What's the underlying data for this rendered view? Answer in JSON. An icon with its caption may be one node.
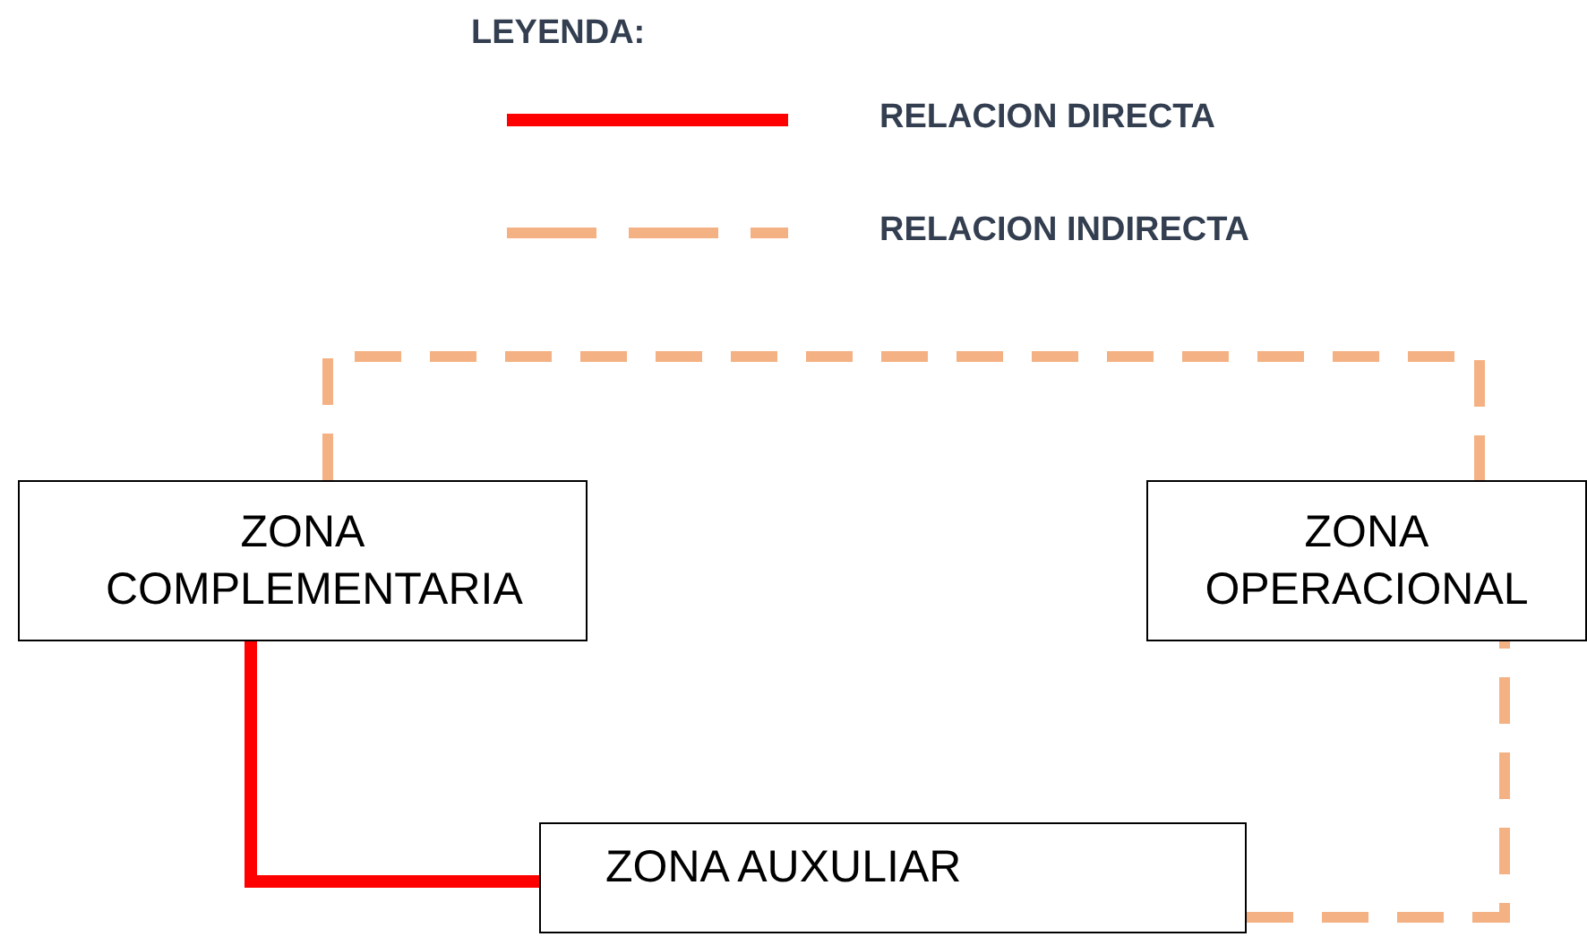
{
  "diagram": {
    "nodes": [
      {
        "text": [
          "ZONA COMPLEMENTARIA"
        ]
      },
      {
        "text": [
          "ZONA OPERACIONAL"
        ]
      },
      {
        "text": [
          "ZONA AUXULIAR"
        ]
      }
    ],
    "edges": [
      {
        "from": 0,
        "to": 1,
        "arrow": "none",
        "style": "dashed",
        "color": "#f4b183"
      },
      {
        "from": 0,
        "to": 2,
        "arrow": "none",
        "color": "#ff0000"
      },
      {
        "from": 2,
        "to": 1,
        "arrow": "none",
        "style": "dashed",
        "color": "#f4b183"
      }
    ],
    "labels": [
      "LEYENDA:"
    ],
    "legend": [
      {
        "text": "RELACION DIRECTA"
      },
      {
        "text": "RELACION INDIRECTA"
      }
    ]
  }
}
